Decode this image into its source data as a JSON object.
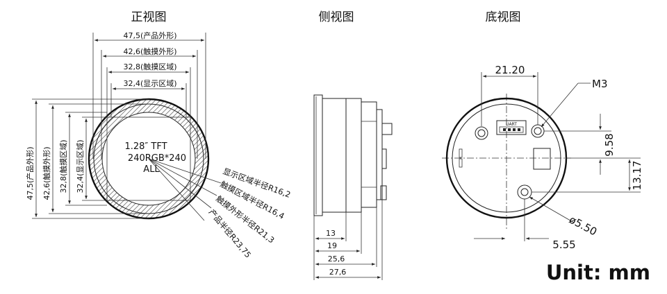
{
  "views": {
    "front": "正视图",
    "side": "侧视图",
    "bottom": "底视图"
  },
  "front": {
    "dims_top": [
      "47,5(产品外形)",
      "42,6(触摸外形)",
      "32,8(触摸区域)",
      "32,4(显示区域)"
    ],
    "dims_left": [
      "47,5(产品外形)",
      "42,6(触摸外形)",
      "32,8(触摸区域)",
      "32,4(显示区域)"
    ],
    "screen_text": [
      "1.28″ TFT",
      "240RGB*240",
      "ALL"
    ],
    "radius_labels": [
      "显示区域半径R16,2",
      "触摸区域半径R16,4",
      "触摸外形半径R21,3",
      "产品半径R23,75"
    ]
  },
  "side": {
    "dims": [
      "13",
      "19",
      "25,6",
      "27,6"
    ]
  },
  "bottom": {
    "connector_label": "UART",
    "dim_top": "21.20",
    "thread": "M3",
    "dim_right_1": "9.58",
    "dim_right_2": "13.17",
    "hole_dia": "ø5.50",
    "dim_bottom": "5.55"
  },
  "unit": "Unit: mm"
}
